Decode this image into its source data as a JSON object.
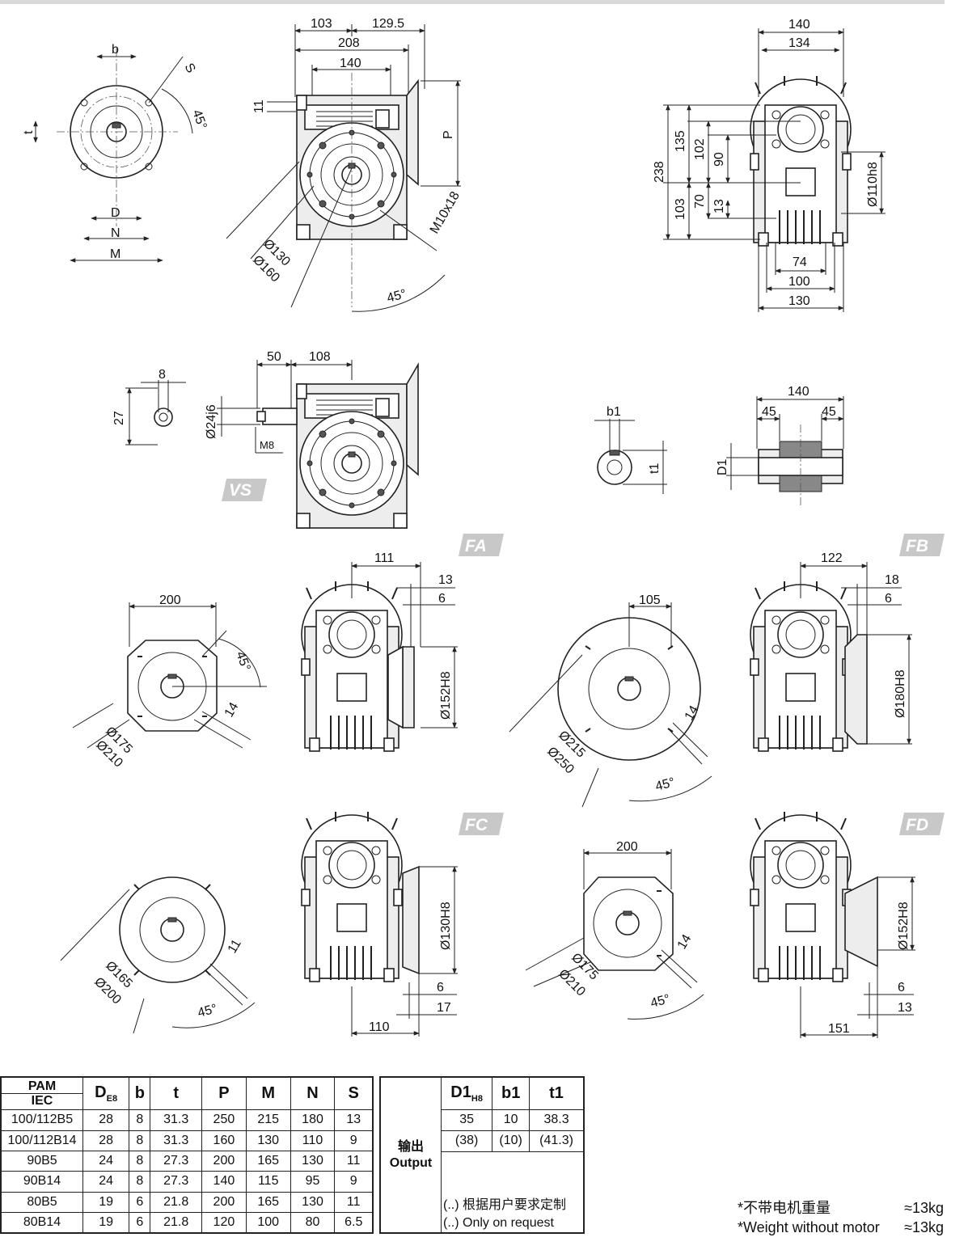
{
  "dims": {
    "d103": "103",
    "d129_5": "129.5",
    "d208": "208",
    "d140": "140",
    "d11": "11",
    "dP": "P",
    "dM10x18": "M10x18",
    "d130": "Ø130",
    "d160": "Ø160",
    "d45": "45°",
    "fb": "b",
    "fS": "S",
    "ft": "t",
    "fD": "D",
    "fN": "N",
    "fM": "M",
    "r140": "140",
    "r134": "134",
    "r238": "238",
    "r135": "135",
    "r102": "102",
    "r90": "90",
    "r103": "103",
    "r70": "70",
    "r13": "13",
    "r110h8": "Ø110h8",
    "r74": "74",
    "r100": "100",
    "r130": "130",
    "s8": "8",
    "s27": "27",
    "v50": "50",
    "v108": "108",
    "v24j6": "Ø24j6",
    "vM8": "M8",
    "b1": "b1",
    "t1": "t1",
    "h140": "140",
    "h45a": "45",
    "h45b": "45",
    "hD1": "D1",
    "fa200": "200",
    "fa45": "45°",
    "fa14": "14",
    "fa175": "Ø175",
    "fa210": "Ø210",
    "fa111": "111",
    "fa13": "13",
    "fa6": "6",
    "fa152": "Ø152H8",
    "fb105": "105",
    "fb14": "14",
    "fb215": "Ø215",
    "fb250": "Ø250",
    "fb45": "45°",
    "fb122": "122",
    "fb18": "18",
    "fb6": "6",
    "fb180": "Ø180H8",
    "fc11": "11",
    "fc165": "Ø165",
    "fc200": "Ø200",
    "fc45": "45°",
    "fc130": "Ø130H8",
    "fc6": "6",
    "fc17": "17",
    "fc110": "110",
    "fd200": "200",
    "fd14": "14",
    "fd175": "Ø175",
    "fd210": "Ø210",
    "fd45": "45°",
    "fd152": "Ø152H8",
    "fd6": "6",
    "fd13": "13",
    "fd151": "151"
  },
  "badges": {
    "vs": "VS",
    "fa": "FA",
    "fb": "FB",
    "fc": "FC",
    "fd": "FD"
  },
  "table1": {
    "headers": {
      "pam": "PAM",
      "iec": "IEC",
      "de8_main": "D",
      "de8_sub": "E8",
      "b": "b",
      "t": "t",
      "p": "P",
      "m": "M",
      "n": "N",
      "s": "S"
    },
    "rows": [
      [
        "100/112B5",
        "28",
        "8",
        "31.3",
        "250",
        "215",
        "180",
        "13"
      ],
      [
        "100/112B14",
        "28",
        "8",
        "31.3",
        "160",
        "130",
        "110",
        "9"
      ],
      [
        "90B5",
        "24",
        "8",
        "27.3",
        "200",
        "165",
        "130",
        "11"
      ],
      [
        "90B14",
        "24",
        "8",
        "27.3",
        "140",
        "115",
        "95",
        "9"
      ],
      [
        "80B5",
        "19",
        "6",
        "21.8",
        "200",
        "165",
        "130",
        "11"
      ],
      [
        "80B14",
        "19",
        "6",
        "21.8",
        "120",
        "100",
        "80",
        "6.5"
      ]
    ]
  },
  "table2": {
    "out_cn": "输出",
    "out_en": "Output",
    "h_d1": "D1",
    "h_d1_sub": "H8",
    "h_b1": "b1",
    "h_t1": "t1",
    "row1": [
      "35",
      "10",
      "38.3"
    ],
    "row2": [
      "(38)",
      "(10)",
      "(41.3)"
    ],
    "note_cn": "(..) 根据用户要求定制",
    "note_en": "(..) Only on request"
  },
  "weight": {
    "cn_label": "*不带电机重量",
    "cn_value": "≈13kg",
    "en_label": "*Weight without motor",
    "en_value": "≈13kg"
  }
}
